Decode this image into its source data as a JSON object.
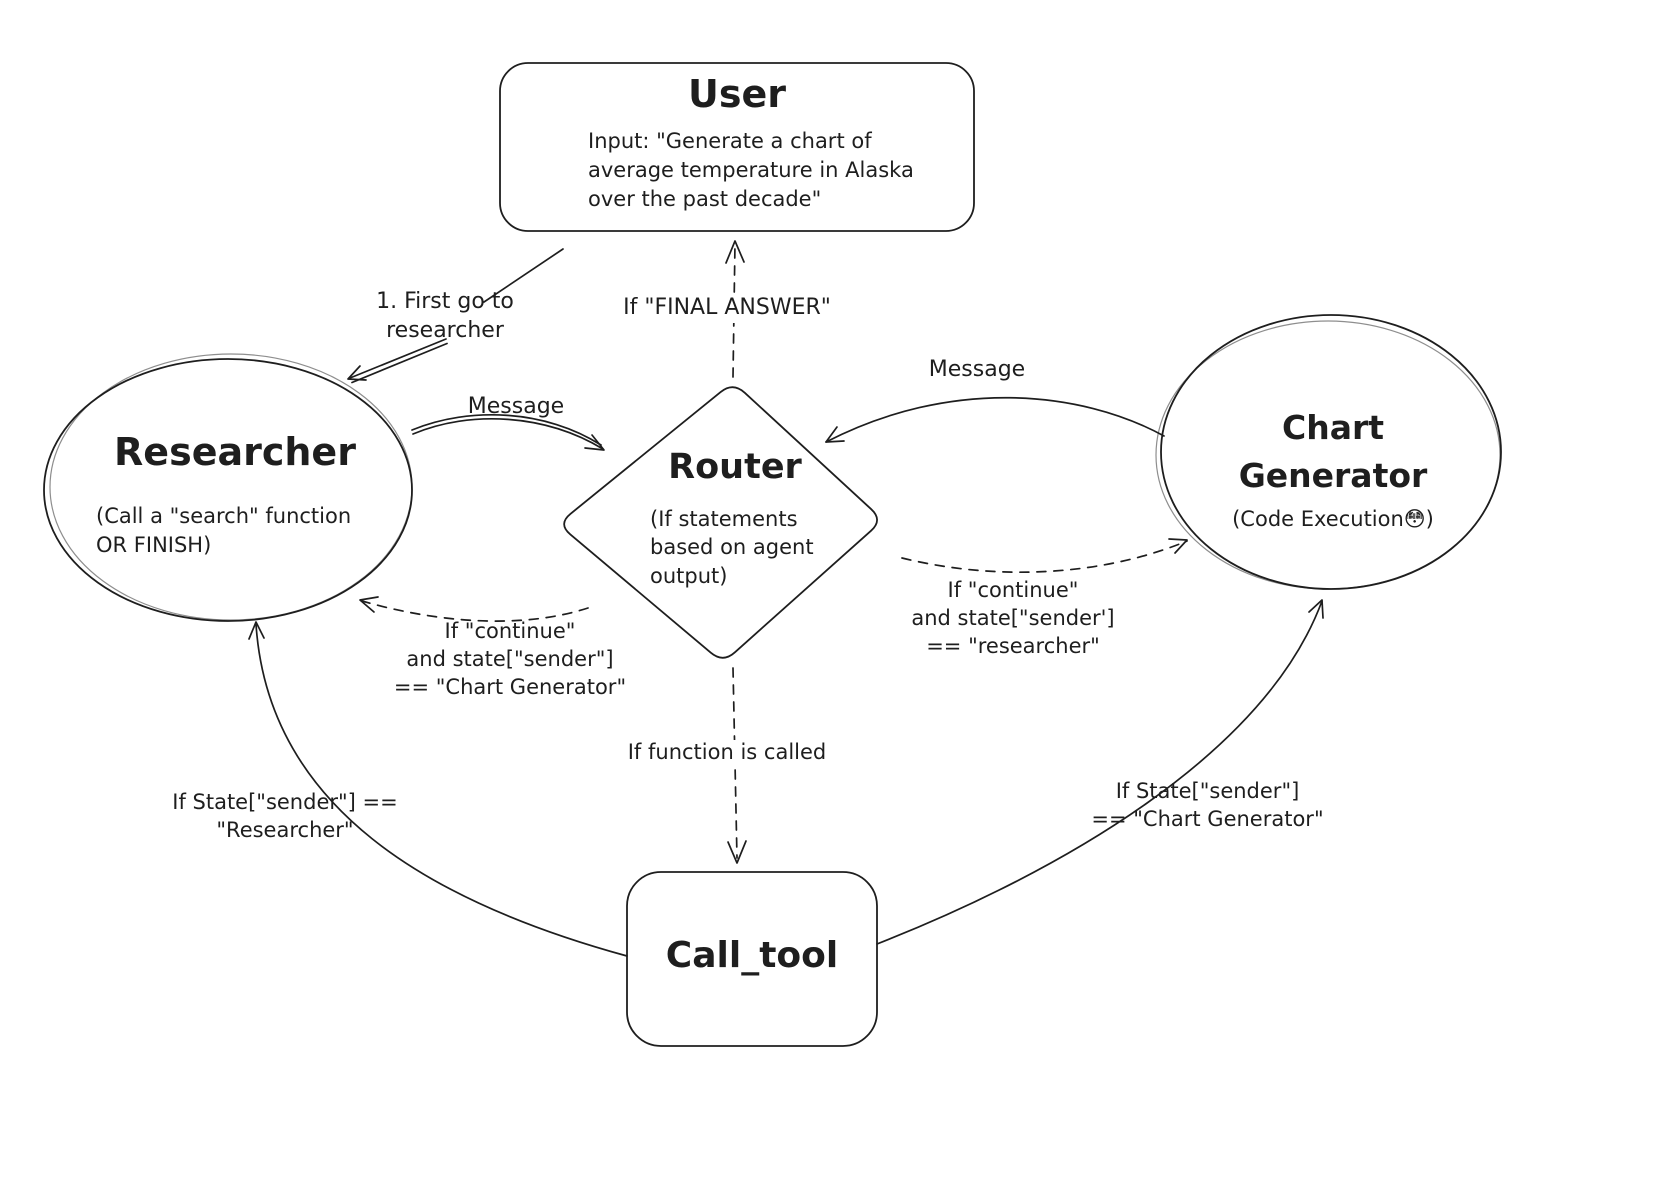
{
  "diagram": {
    "background": "#ffffff",
    "stroke_color": "#1e1e1e",
    "nodes": {
      "user": {
        "shape": "rounded-rectangle",
        "title": "User",
        "body": "Input: \"Generate a chart of\naverage temperature in Alaska\nover the past decade\""
      },
      "researcher": {
        "shape": "ellipse",
        "title": "Researcher",
        "body": "(Call a \"search\" function\nOR FINISH)"
      },
      "router": {
        "shape": "diamond",
        "title": "Router",
        "body": "(If statements\nbased on agent\noutput)"
      },
      "chart_generator": {
        "shape": "ellipse",
        "title": "Chart\nGenerator",
        "body": "(Code Execution😳)"
      },
      "call_tool": {
        "shape": "rounded-rectangle",
        "title": "Call_tool"
      }
    },
    "edges": [
      {
        "from": "user",
        "to": "researcher",
        "style": "solid",
        "label": "1. First go to\nresearcher"
      },
      {
        "from": "router",
        "to": "user",
        "style": "dashed",
        "label": "If \"FINAL ANSWER\""
      },
      {
        "from": "researcher",
        "to": "router",
        "style": "solid",
        "label": "Message"
      },
      {
        "from": "chart_generator",
        "to": "router",
        "style": "solid",
        "label": "Message"
      },
      {
        "from": "router",
        "to": "researcher",
        "style": "dashed",
        "label": "If \"continue\"\nand state[\"sender\"]\n== \"Chart Generator\""
      },
      {
        "from": "router",
        "to": "chart_generator",
        "style": "dashed",
        "label": "If \"continue\"\nand state[\"sender']\n== \"researcher\""
      },
      {
        "from": "router",
        "to": "call_tool",
        "style": "dashed",
        "label": "If function is called"
      },
      {
        "from": "call_tool",
        "to": "researcher",
        "style": "solid",
        "label": "If State[\"sender\"] ==\n\"Researcher\""
      },
      {
        "from": "call_tool",
        "to": "chart_generator",
        "style": "solid",
        "label": "If State[\"sender\"]\n== \"Chart Generator\""
      }
    ]
  }
}
